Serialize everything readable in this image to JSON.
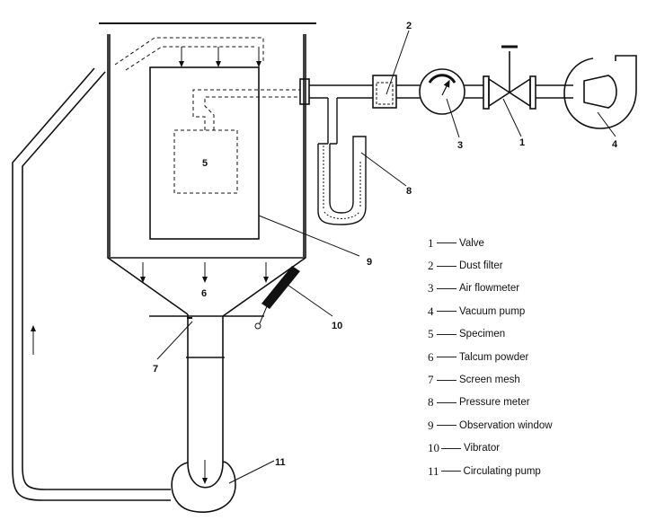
{
  "callouts": {
    "n1": "1",
    "n2": "2",
    "n3": "3",
    "n4": "4",
    "n5": "5",
    "n6": "6",
    "n7": "7",
    "n8": "8",
    "n9": "9",
    "n10": "10",
    "n11": "11"
  },
  "legend": [
    {
      "num": "1",
      "text": "Valve"
    },
    {
      "num": "2",
      "text": "Dust filter"
    },
    {
      "num": "3",
      "text": "Air flowmeter"
    },
    {
      "num": "4",
      "text": "Vacuum pump"
    },
    {
      "num": "5",
      "text": "Specimen"
    },
    {
      "num": "6",
      "text": "Talcum powder"
    },
    {
      "num": "7",
      "text": "Screen mesh"
    },
    {
      "num": "8",
      "text": "Pressure meter"
    },
    {
      "num": "9",
      "text": "Observation window"
    },
    {
      "num": "10",
      "text": "Vibrator"
    },
    {
      "num": "11",
      "text": "Circulating pump"
    }
  ]
}
